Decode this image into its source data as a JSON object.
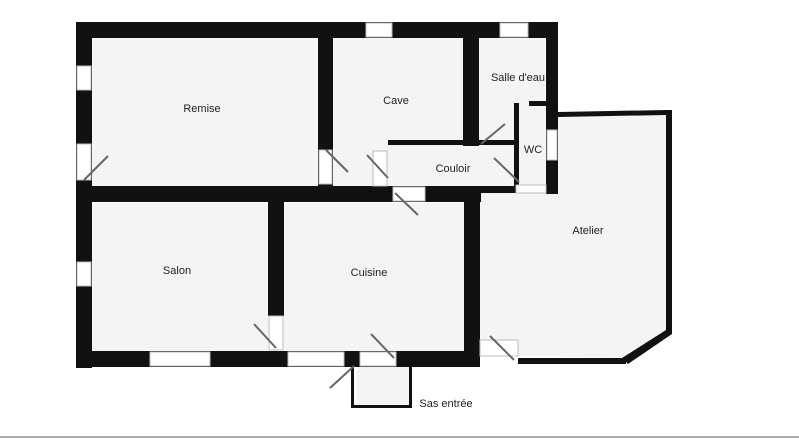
{
  "plan": {
    "rooms": [
      {
        "id": "remise",
        "label": "Remise"
      },
      {
        "id": "cave",
        "label": "Cave"
      },
      {
        "id": "salle-d-eau",
        "label": "Salle d'eau"
      },
      {
        "id": "wc",
        "label": "WC"
      },
      {
        "id": "couloir",
        "label": "Couloir"
      },
      {
        "id": "atelier",
        "label": "Atelier"
      },
      {
        "id": "salon",
        "label": "Salon"
      },
      {
        "id": "cuisine",
        "label": "Cuisine"
      },
      {
        "id": "sas-entree",
        "label": "Sas entrée"
      }
    ]
  }
}
